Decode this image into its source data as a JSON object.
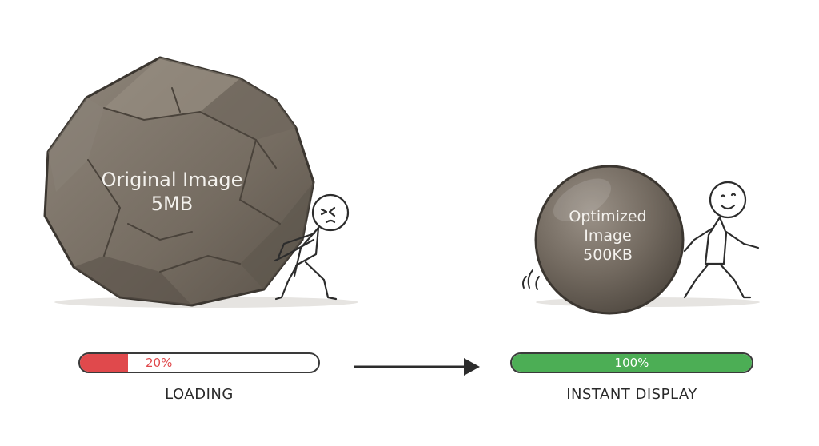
{
  "left": {
    "rock_line1": "Original Image",
    "rock_line2": "5MB",
    "progress": 0.2,
    "progress_text": "20%",
    "status": "LOADING",
    "fill_color": "#e0494c",
    "text_color": "#e0494c"
  },
  "right": {
    "rock_line1": "Optimized",
    "rock_line2": "Image",
    "rock_line3": "500KB",
    "progress": 1.0,
    "progress_text": "100%",
    "status": "INSTANT DISPLAY",
    "fill_color": "#4cae55",
    "text_color": "#ffffff"
  },
  "icons": {
    "arrow": "right-arrow-icon",
    "struggling_figure": "struggling-stick-figure-icon",
    "happy_figure": "happy-stick-figure-icon"
  }
}
